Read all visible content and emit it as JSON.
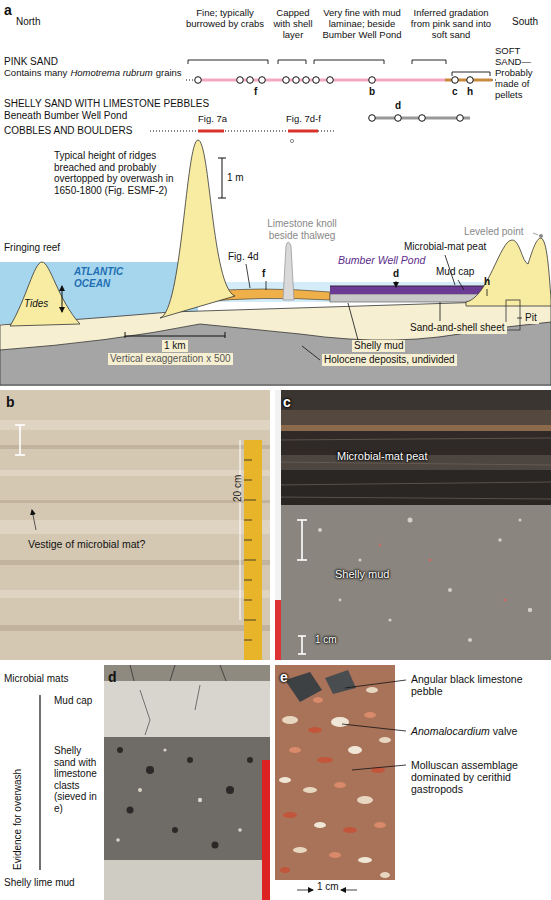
{
  "diagram": {
    "nodes": [
      {
        "text": [
          "b",
          "20 cm",
          "Vestige of microbial mat?"
        ]
      },
      {
        "text": [
          "c",
          "Microbial-mat peat",
          "Shelly mud",
          "1 cm"
        ]
      },
      {
        "text": [
          "d",
          "Microbial mats",
          "Mud cap",
          "Evidence for overwash",
          "Shelly sand with limestone clasts (sieved in e)",
          "Shelly lime mud"
        ]
      },
      {
        "text": [
          "e",
          "Angular black limestone pebble",
          "Anomalocardium",
          "valve",
          "Molluscan assemblage dominated by cerithid gastropods",
          "1 cm"
        ]
      }
    ],
    "labels": [
      "a",
      "North",
      "South",
      "Fine; typically burrowed by crabs",
      "Capped with shell layer",
      "Very fine with mud laminae; beside Bumber Well Pond",
      "Inferred gradation from pink sand into soft sand",
      "PINK SAND",
      "Contains many",
      "Homotrema rubrum",
      "grains",
      "SOFT SAND—Probably made of pellets",
      "f",
      "b",
      "c",
      "h",
      "SHELLY SAND WITH LIMESTONE PEBBLES",
      "Beneath Bumber Well Pond",
      "d",
      "COBBLES AND BOULDERS",
      "Fig. 7a",
      "Fig. 7d-f",
      "Typical height of ridges breached and probably overtopped by overwash in 1650-1800 (Fig. ESMF-2)",
      "1 m",
      "Limestone knoll beside thalweg",
      "Leveled point",
      "Fig. 4d",
      "Fringing reef",
      "ATLANTIC OCEAN",
      "Tides",
      "Bumber Well Pond",
      "Microbial-mat peat",
      "d",
      "Mud cap",
      "f",
      "h",
      "Pit",
      "Sand-and-shell sheet",
      "1 km",
      "Vertical exaggeration x 500",
      "Shelly mud",
      "Holocene deposits, undivided"
    ]
  }
}
